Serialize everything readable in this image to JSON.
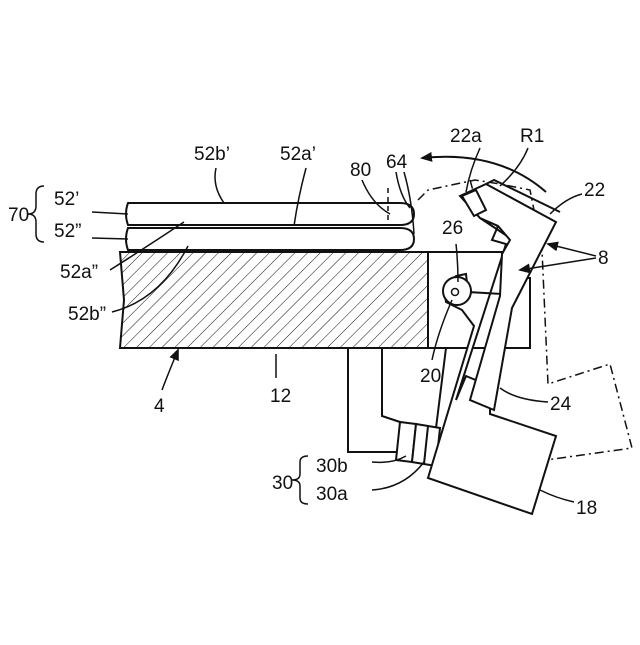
{
  "labels": {
    "l_70": "70",
    "l_52p": "52’",
    "l_52pp": "52”",
    "l_52b_p": "52b’",
    "l_52a_p": "52a’",
    "l_52a_pp": "52a”",
    "l_52b_pp": "52b”",
    "l_80": "80",
    "l_64": "64",
    "l_22a": "22a",
    "l_R1": "R1",
    "l_22": "22",
    "l_26": "26",
    "l_8": "8",
    "l_20": "20",
    "l_24": "24",
    "l_4": "4",
    "l_12": "12",
    "l_30": "30",
    "l_30b": "30b",
    "l_30a": "30a",
    "l_18": "18"
  },
  "colors": {
    "line": "#111111",
    "background": "#ffffff"
  }
}
